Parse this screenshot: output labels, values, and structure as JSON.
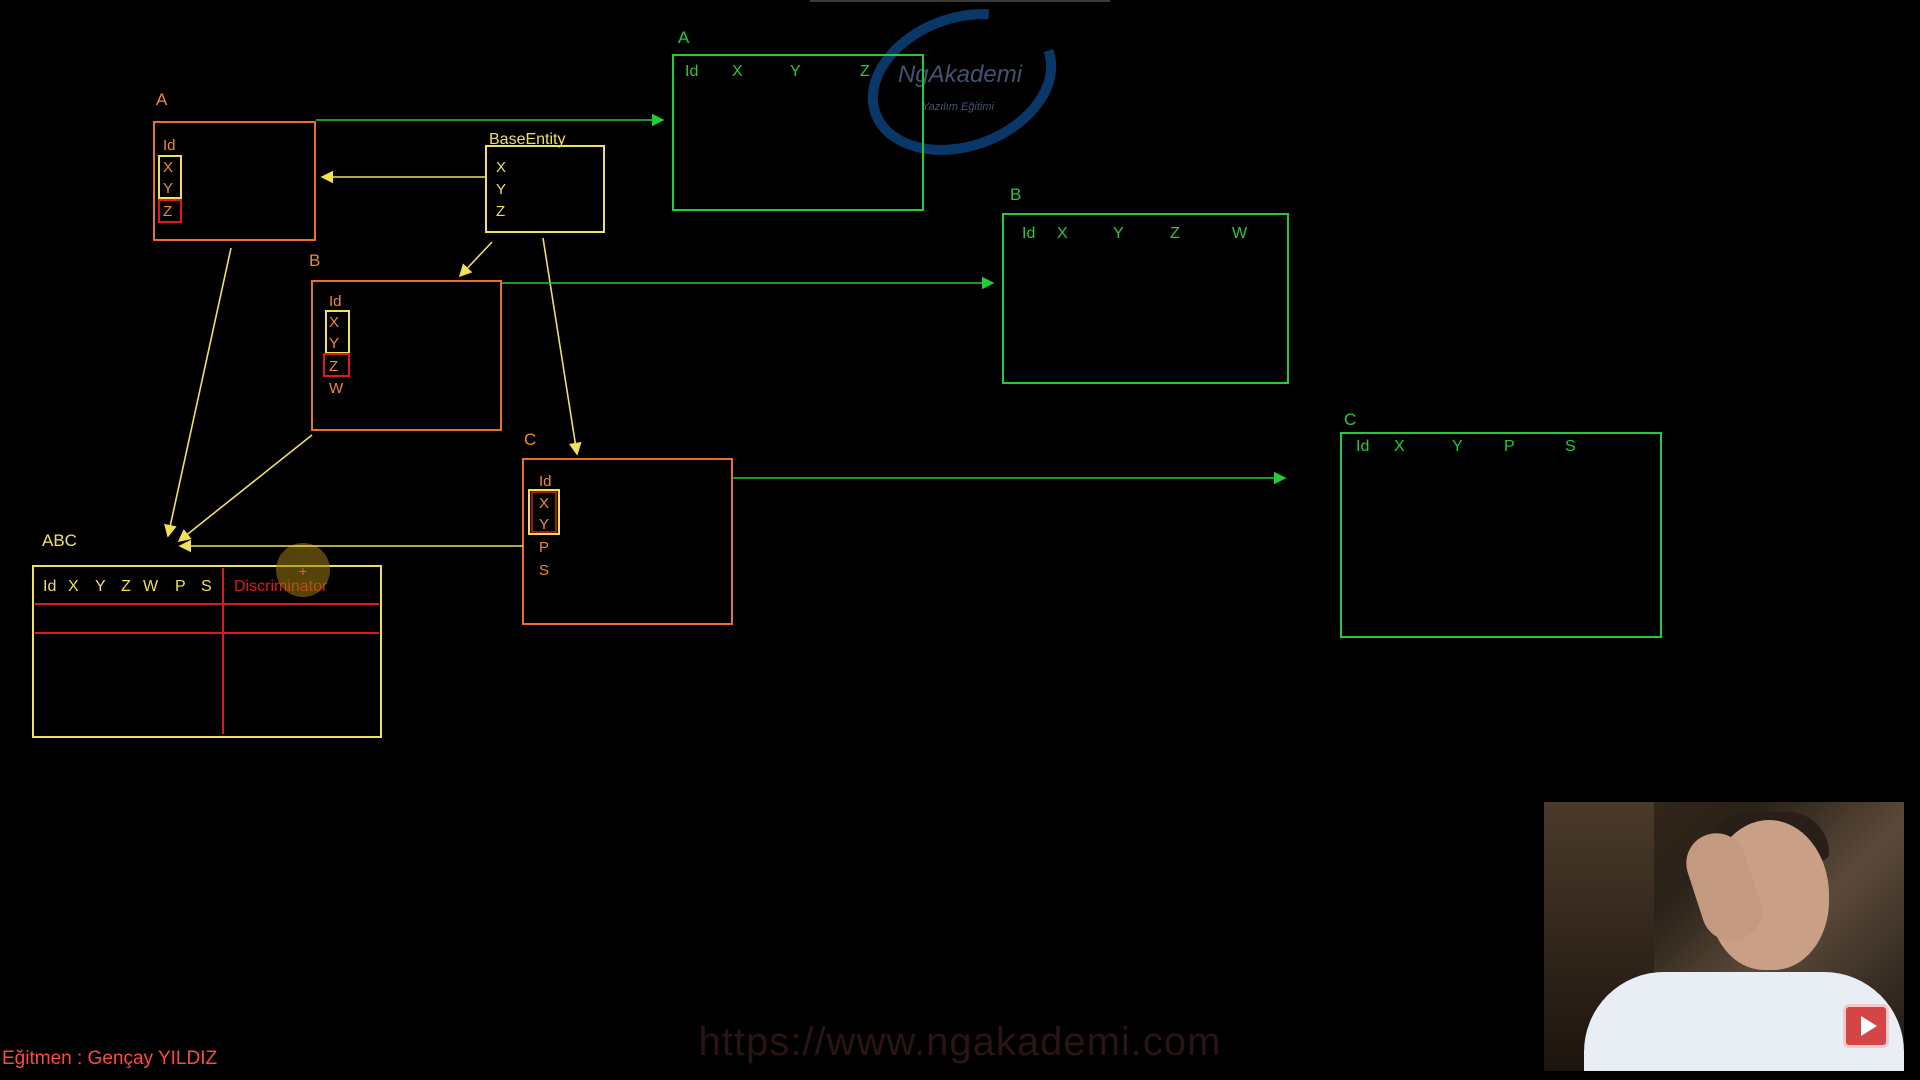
{
  "colors": {
    "background": "#000000",
    "entity_orange": "#e8702a",
    "entity_text_orange": "#f08a30",
    "base_yellow": "#f0e05a",
    "table_green": "#22cc33",
    "discriminator_red": "#e01818",
    "author_red": "#ff4a3a"
  },
  "entities": {
    "a": {
      "title": "A",
      "fields": [
        "Id",
        "X",
        "Y",
        "Z"
      ]
    },
    "b": {
      "title": "B",
      "fields": [
        "Id",
        "X",
        "Y",
        "Z",
        "W"
      ]
    },
    "c": {
      "title": "C",
      "fields": [
        "Id",
        "X",
        "Y",
        "P",
        "S"
      ]
    },
    "base": {
      "title": "BaseEntity",
      "fields": [
        "X",
        "Y",
        "Z"
      ]
    }
  },
  "tables": {
    "a": {
      "title": "A",
      "columns": [
        "Id",
        "X",
        "Y",
        "Z"
      ]
    },
    "b": {
      "title": "B",
      "columns": [
        "Id",
        "X",
        "Y",
        "Z",
        "W"
      ]
    },
    "c": {
      "title": "C",
      "columns": [
        "Id",
        "X",
        "Y",
        "P",
        "S"
      ]
    }
  },
  "abc": {
    "title": "ABC",
    "columns": [
      "Id",
      "X",
      "Y",
      "Z",
      "W",
      "P",
      "S"
    ],
    "discriminator": "Discriminator"
  },
  "watermark": {
    "brand": "NgAkademi",
    "tagline": "Yazılım Eğitimi"
  },
  "footer": {
    "author": "Eğitmen : Gençay YILDIZ",
    "url": "https://www.ngakademi.com"
  },
  "icons": {
    "play": "youtube-play-icon"
  }
}
